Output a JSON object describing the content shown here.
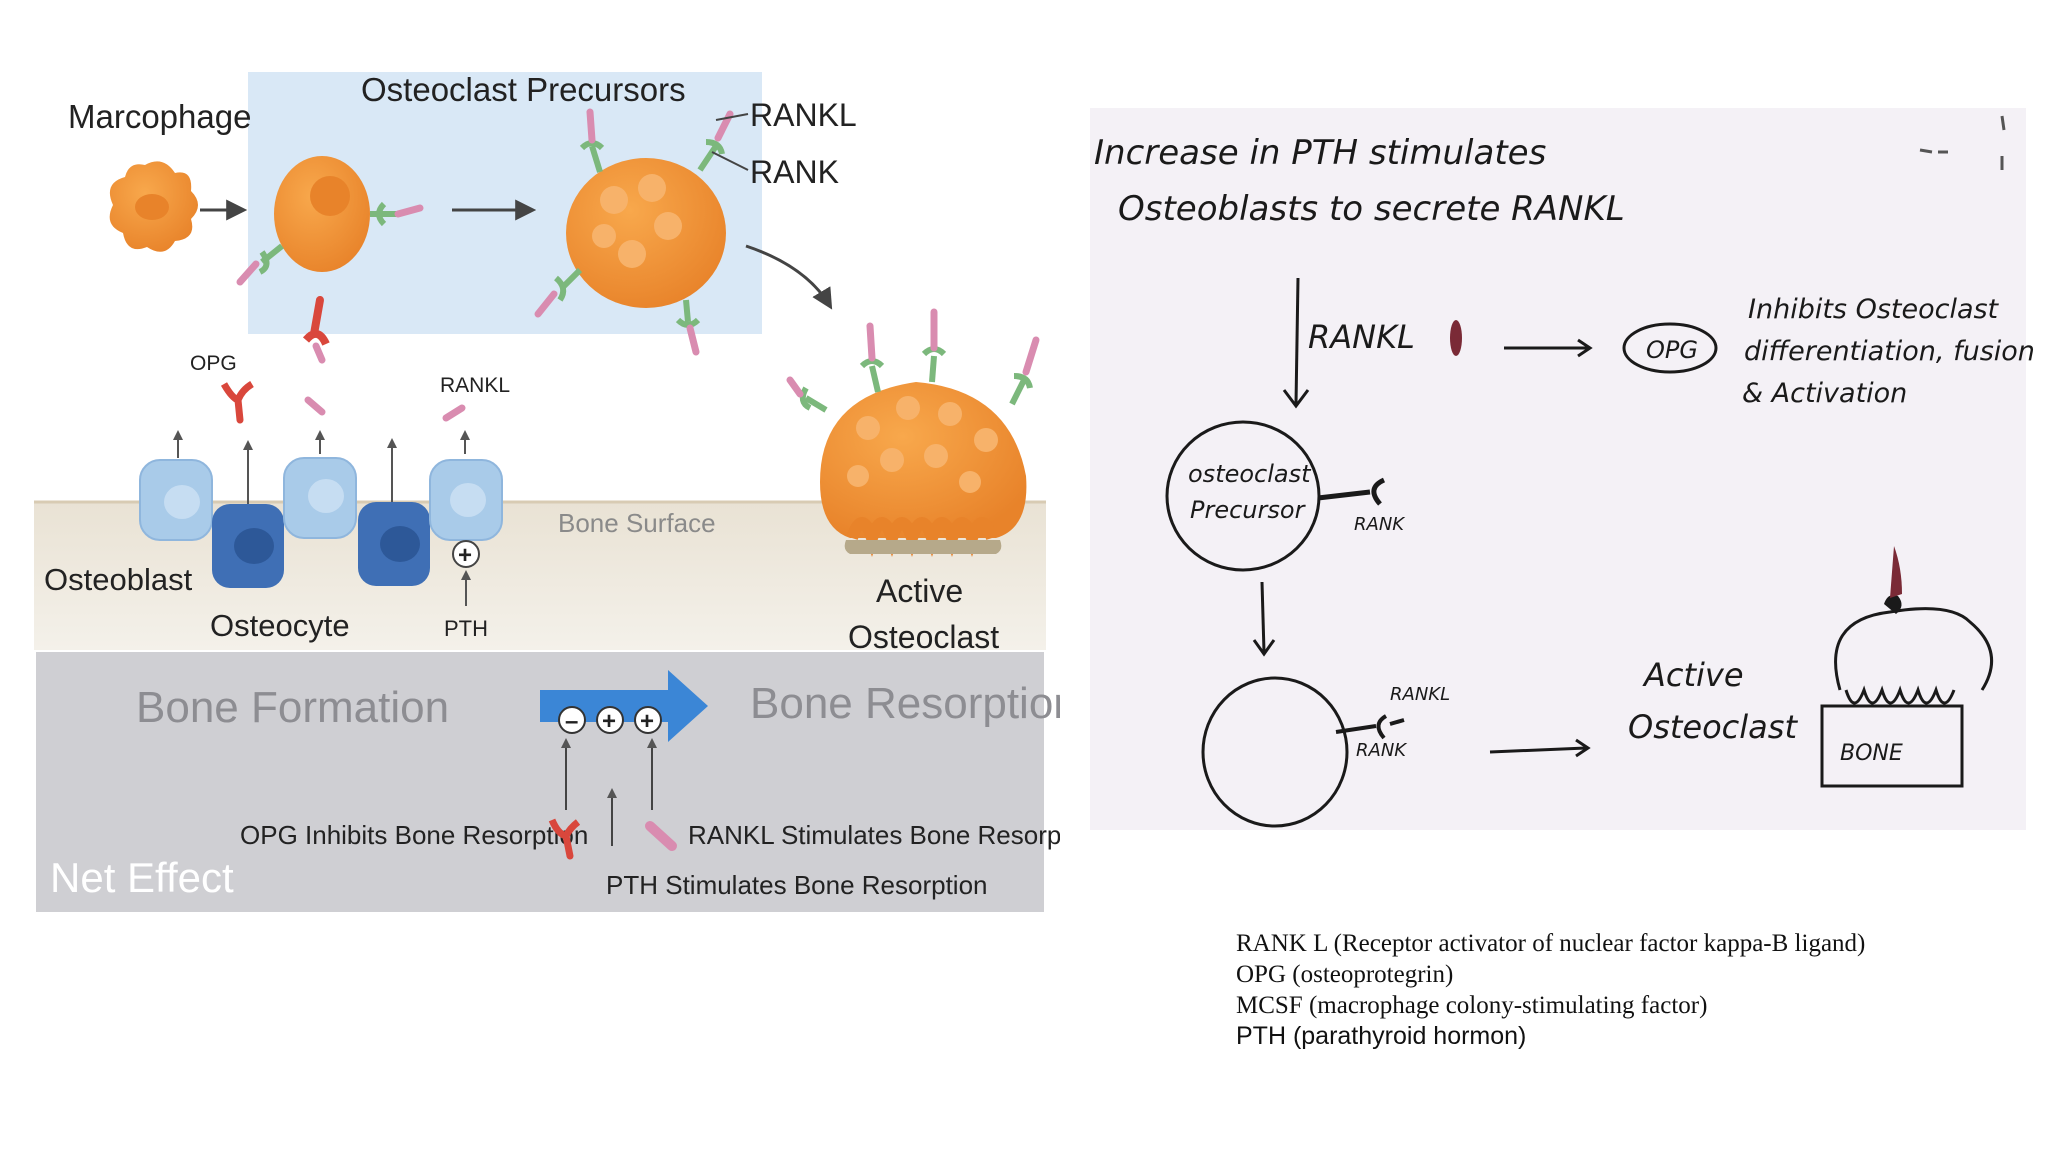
{
  "left_diagram": {
    "macrophage": "Marcophage",
    "precursors": "Osteoclast Precursors",
    "rankl_label": "RANKL",
    "rank_label": "RANK",
    "opg": "OPG",
    "rankl_small": "RANKL",
    "bone_surface": "Bone Surface",
    "osteoblast": "Osteoblast",
    "osteocyte": "Osteocyte",
    "pth": "PTH",
    "active_osteoclast_line1": "Active",
    "active_osteoclast_line2": "Osteoclast",
    "bone_formation": "Bone Formation",
    "bone_resorption": "Bone Resorption",
    "net_effect": "Net Effect",
    "opg_inhibits": "OPG Inhibits Bone Resorption",
    "rankl_stimulates": "RANKL Stimulates Bone Resorption",
    "pth_stimulates": "PTH Stimulates Bone Resorption",
    "sign_minus": "–",
    "sign_plus": "+"
  },
  "right_sketch": {
    "line1": "Increase in PTH stimulates",
    "line2": "Osteoblasts to secrete RANKL",
    "rankl": "RANKL",
    "opg": "OPG",
    "inhibits_1": "Inhibits Osteoclast",
    "inhibits_2": "differentiation, fusion",
    "inhibits_3": "& Activation",
    "precursor_1": "osteoclast",
    "precursor_2": "Precursor",
    "rank": "RANK",
    "rankl_2": "RANKL",
    "rank_2": "RANK",
    "active_1": "Active",
    "active_2": "Osteoclast",
    "bone": "BONE"
  },
  "legend": [
    "RANK L (Receptor activator of nuclear factor kappa-B ligand)",
    "OPG (osteoprotegrin)",
    "MCSF (macrophage colony-stimulating factor)",
    "PTH (parathyroid hormon)"
  ],
  "colors": {
    "cell_orange": "#f39a3c",
    "cell_spot": "#f7b26a",
    "osteoblast_blue": "#a9cbe9",
    "osteocyte_blue": "#3f6fb5",
    "receptor_green": "#7cb87c",
    "ligand_pink": "#d98cb0",
    "opg_red": "#d9473c",
    "net_gray": "#cfcfd3",
    "arrow_blue": "#3b86d6"
  }
}
